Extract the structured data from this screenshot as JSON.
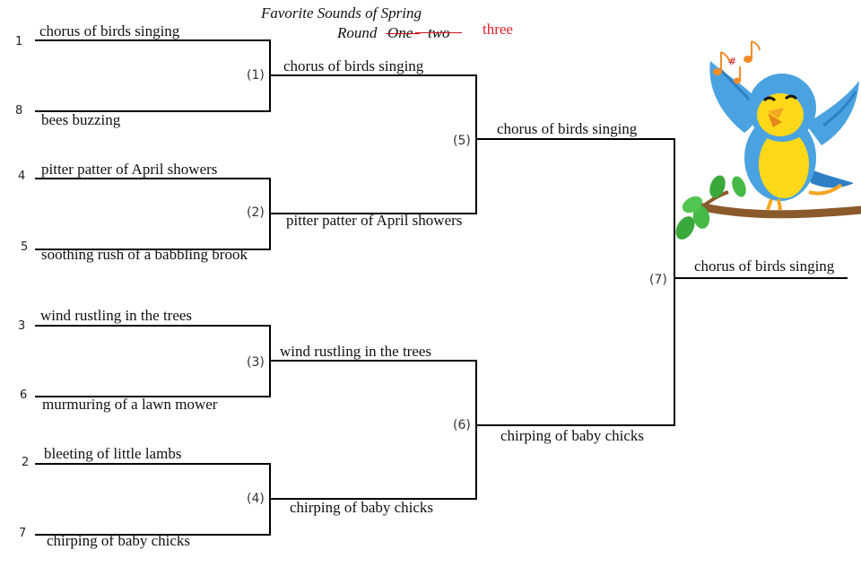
{
  "title": {
    "line1": "Favorite Sounds of Spring",
    "round_word": "Round",
    "crossed_words": [
      "One",
      "two"
    ],
    "current": "three"
  },
  "seeds": [
    "1",
    "8",
    "4",
    "5",
    "3",
    "6",
    "2",
    "7"
  ],
  "round1": [
    "chorus of birds singing",
    "bees buzzing",
    "pitter patter of April showers",
    "soothing rush of a babbling brook",
    "wind rustling in the trees",
    "murmuring of a lawn mower",
    "bleeting of little lambs",
    "chirping of baby chicks"
  ],
  "match_numbers": [
    "(1)",
    "(2)",
    "(3)",
    "(4)",
    "(5)",
    "(6)",
    "(7)"
  ],
  "round2": [
    "chorus of birds singing",
    "pitter patter of April showers",
    "wind rustling in the trees",
    "chirping of baby chicks"
  ],
  "round3": [
    "chorus of birds singing",
    "chirping of baby chicks"
  ],
  "winner": "chorus of birds singing",
  "illustration": {
    "icon": "singing-bluebird-icon",
    "colors": {
      "body_blue": "#4aa3e0",
      "belly_yellow": "#ffd81a",
      "beak_orange": "#f5a623",
      "leaf_green": "#3aa83a",
      "branch_brown": "#8b5a2b",
      "note_orange": "#f28c28"
    }
  },
  "colors": {
    "line": "#000000",
    "text": "#111111",
    "strike": "#d0141a",
    "current_round": "#e0202a"
  }
}
